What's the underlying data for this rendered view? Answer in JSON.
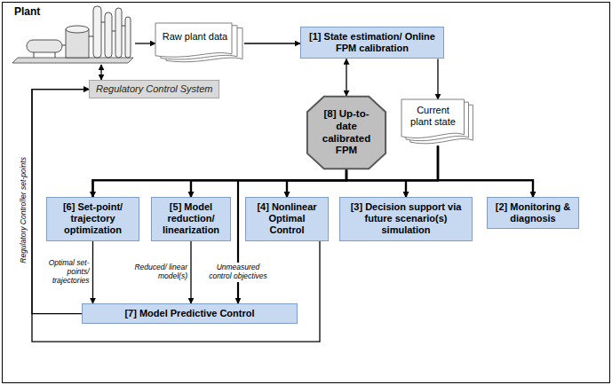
{
  "diagram": {
    "nodes": [
      {
        "text": [
          "Plant"
        ]
      },
      {
        "text": [
          "Raw plant data"
        ]
      },
      {
        "text": [
          "[1] State estimation/ Online FPM calibration"
        ]
      },
      {
        "text": [
          "[8] Up-to-date calibrated FPM"
        ]
      },
      {
        "text": [
          "Current plant state"
        ]
      },
      {
        "text": [
          "Regulatory Control System"
        ]
      },
      {
        "text": [
          "[6] Set-point/ trajectory optimization"
        ]
      },
      {
        "text": [
          "[5] Model reduction/ linearization"
        ]
      },
      {
        "text": [
          "[4] Nonlinear Optimal Control"
        ]
      },
      {
        "text": [
          "[3] Decision support via future scenario(s) simulation"
        ]
      },
      {
        "text": [
          "[2] Monitoring & diagnosis"
        ]
      },
      {
        "text": [
          "[7] Model Predictive Control"
        ]
      }
    ],
    "edges": [
      {
        "from": 0,
        "to": 1,
        "arrow": "to"
      },
      {
        "from": 1,
        "to": 2,
        "arrow": "to"
      },
      {
        "from": 0,
        "to": 5,
        "arrow": "both"
      },
      {
        "from": 2,
        "to": 3,
        "arrow": "both"
      },
      {
        "from": 2,
        "to": 4,
        "arrow": "to"
      },
      {
        "from": 3,
        "to": 6,
        "arrow": "to"
      },
      {
        "from": 3,
        "to": 7,
        "arrow": "to"
      },
      {
        "from": 3,
        "to": 8,
        "arrow": "to"
      },
      {
        "from": 3,
        "to": 9,
        "arrow": "to"
      },
      {
        "from": 3,
        "to": 10,
        "arrow": "to"
      },
      {
        "from": 4,
        "to": 6,
        "arrow": "to"
      },
      {
        "from": 4,
        "to": 7,
        "arrow": "to"
      },
      {
        "from": 4,
        "to": 8,
        "arrow": "to"
      },
      {
        "from": 4,
        "to": 9,
        "arrow": "to"
      },
      {
        "from": 4,
        "to": 10,
        "arrow": "to"
      },
      {
        "from": 3,
        "to": 11,
        "arrow": "to",
        "label": "Unmeasured control objectives"
      },
      {
        "from": 6,
        "to": 11,
        "arrow": "to",
        "label": "Optimal set-points/ trajectories"
      },
      {
        "from": 7,
        "to": 11,
        "arrow": "to",
        "label": "Reduced/ linear model(s)"
      },
      {
        "from": 8,
        "to": 5,
        "arrow": "to"
      },
      {
        "from": 11,
        "to": 5,
        "arrow": "to",
        "label": "Regulatory Controller set-points"
      }
    ]
  }
}
